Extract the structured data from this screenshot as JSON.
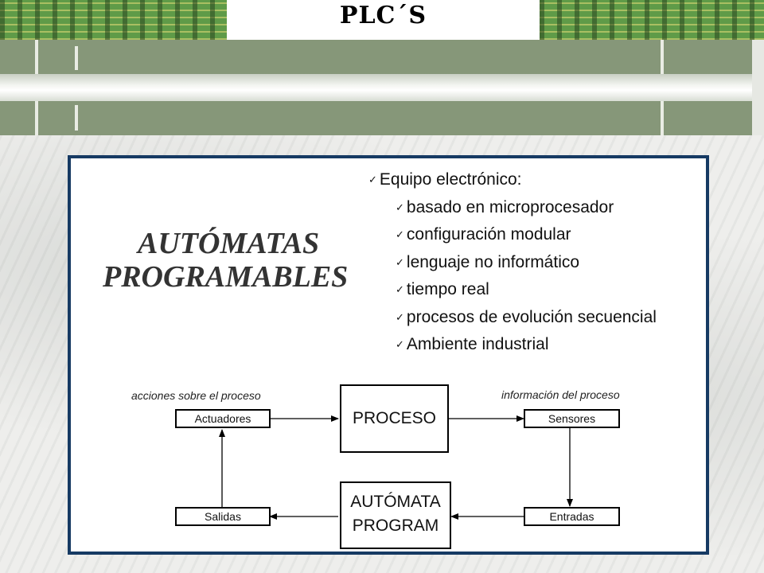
{
  "header": {
    "title": "PLC´S"
  },
  "diagram": {
    "heading_lines": [
      "AUTÓMATAS",
      "PROGRAMABLES"
    ],
    "bullets": {
      "main": "Equipo electrónico:",
      "items": [
        "basado en microprocesador",
        "configuración modular",
        "lenguaje no informático",
        "tiempo real",
        "procesos de evolución secuencial",
        "Ambiente industrial"
      ]
    },
    "nodes": {
      "actuadores": "Actuadores",
      "proceso": "PROCESO",
      "sensores": "Sensores",
      "salidas": "Salidas",
      "automata_line1": "AUTÓMATA",
      "automata_line2": "PROGRAM",
      "entradas": "Entradas"
    },
    "captions": {
      "acciones": "acciones sobre el proceso",
      "informacion": "información del proceso"
    }
  },
  "colors": {
    "frame_border": "#163a63",
    "band_green": "#869779",
    "circuit_green": "#5f9b48"
  }
}
